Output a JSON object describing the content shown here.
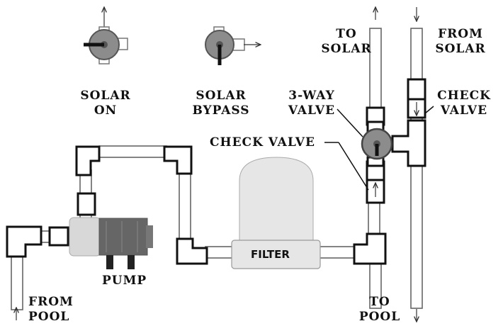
{
  "labels": {
    "solar_on": [
      "SOLAR",
      "ON"
    ],
    "solar_bypass": [
      "SOLAR",
      "BYPASS"
    ],
    "to_solar": [
      "TO",
      "SOLAR"
    ],
    "from_solar": [
      "FROM",
      "SOLAR"
    ],
    "three_way_valve": [
      "3-WAY",
      "VALVE"
    ],
    "check_valve_right": [
      "CHECK",
      "VALVE"
    ],
    "check_valve_left": "CHECK VALVE",
    "filter": "FILTER",
    "pump": "PUMP",
    "from_pool": [
      "FROM",
      "POOL"
    ],
    "to_pool": [
      "TO",
      "POOL"
    ]
  },
  "colors": {
    "pipe_fill": "#ffffff",
    "pipe_stroke": "#666666",
    "fitting_stroke": "#111111",
    "valve_gray": "#8c8c8c",
    "filter_fill": "#e6e6e6",
    "pump_motor": "#666666"
  }
}
